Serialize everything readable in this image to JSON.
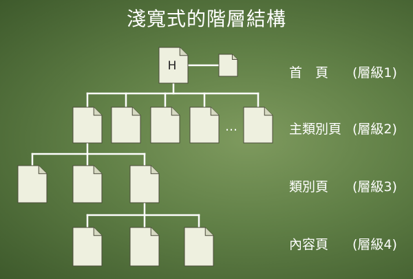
{
  "title": "淺寬式的階層結構",
  "home": {
    "letter": "H"
  },
  "ellipsis": "…",
  "levels": [
    {
      "name": "首　頁",
      "level": "(層級1)"
    },
    {
      "name": "主類別頁",
      "level": "(層級2)"
    },
    {
      "name": "類別頁",
      "level": "(層級3)"
    },
    {
      "name": "內容頁",
      "level": "(層級4)"
    }
  ],
  "colors": {
    "page_fill": "#eef0df",
    "page_stroke": "#4a4a3a",
    "connector": "#ffffff",
    "text": "#ffffff"
  }
}
